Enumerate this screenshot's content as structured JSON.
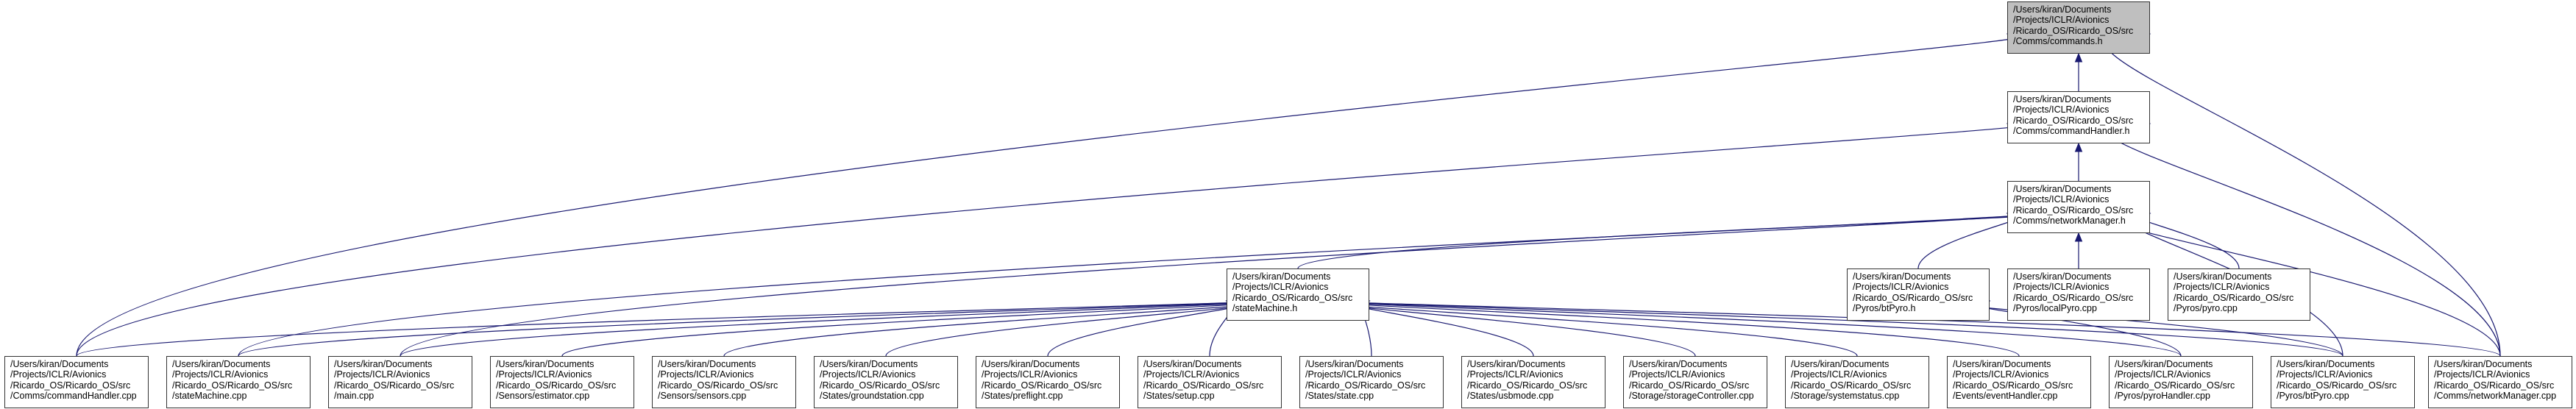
{
  "diagram": {
    "type": "include-dependency-graph",
    "colors": {
      "edge": "#191970",
      "node_border": "#333333",
      "current_fill": "#bfbfbf"
    },
    "nodes": [
      {
        "id": "commands",
        "current": true,
        "label": "/Users/kiran/Documents\n/Projects/ICLR/Avionics\n/Ricardo_OS/Ricardo_OS/src\n/Comms/commands.h"
      },
      {
        "id": "commandHandler_h",
        "label": "/Users/kiran/Documents\n/Projects/ICLR/Avionics\n/Ricardo_OS/Ricardo_OS/src\n/Comms/commandHandler.h"
      },
      {
        "id": "networkManager_h",
        "label": "/Users/kiran/Documents\n/Projects/ICLR/Avionics\n/Ricardo_OS/Ricardo_OS/src\n/Comms/networkManager.h"
      },
      {
        "id": "stateMachine_h",
        "label": "/Users/kiran/Documents\n/Projects/ICLR/Avionics\n/Ricardo_OS/Ricardo_OS/src\n/stateMachine.h"
      },
      {
        "id": "btPyro_h",
        "label": "/Users/kiran/Documents\n/Projects/ICLR/Avionics\n/Ricardo_OS/Ricardo_OS/src\n/Pyros/btPyro.h"
      },
      {
        "id": "localPyro",
        "label": "/Users/kiran/Documents\n/Projects/ICLR/Avionics\n/Ricardo_OS/Ricardo_OS/src\n/Pyros/localPyro.cpp"
      },
      {
        "id": "pyro",
        "label": "/Users/kiran/Documents\n/Projects/ICLR/Avionics\n/Ricardo_OS/Ricardo_OS/src\n/Pyros/pyro.cpp"
      },
      {
        "id": "commandHandler_cpp",
        "label": "/Users/kiran/Documents\n/Projects/ICLR/Avionics\n/Ricardo_OS/Ricardo_OS/src\n/Comms/commandHandler.cpp"
      },
      {
        "id": "stateMachine_cpp",
        "label": "/Users/kiran/Documents\n/Projects/ICLR/Avionics\n/Ricardo_OS/Ricardo_OS/src\n/stateMachine.cpp"
      },
      {
        "id": "main_cpp",
        "label": "/Users/kiran/Documents\n/Projects/ICLR/Avionics\n/Ricardo_OS/Ricardo_OS/src\n/main.cpp"
      },
      {
        "id": "estimator",
        "label": "/Users/kiran/Documents\n/Projects/ICLR/Avionics\n/Ricardo_OS/Ricardo_OS/src\n/Sensors/estimator.cpp"
      },
      {
        "id": "sensors",
        "label": "/Users/kiran/Documents\n/Projects/ICLR/Avionics\n/Ricardo_OS/Ricardo_OS/src\n/Sensors/sensors.cpp"
      },
      {
        "id": "groundstation",
        "label": "/Users/kiran/Documents\n/Projects/ICLR/Avionics\n/Ricardo_OS/Ricardo_OS/src\n/States/groundstation.cpp"
      },
      {
        "id": "preflight",
        "label": "/Users/kiran/Documents\n/Projects/ICLR/Avionics\n/Ricardo_OS/Ricardo_OS/src\n/States/preflight.cpp"
      },
      {
        "id": "setup",
        "label": "/Users/kiran/Documents\n/Projects/ICLR/Avionics\n/Ricardo_OS/Ricardo_OS/src\n/States/setup.cpp"
      },
      {
        "id": "state",
        "label": "/Users/kiran/Documents\n/Projects/ICLR/Avionics\n/Ricardo_OS/Ricardo_OS/src\n/States/state.cpp"
      },
      {
        "id": "usbmode",
        "label": "/Users/kiran/Documents\n/Projects/ICLR/Avionics\n/Ricardo_OS/Ricardo_OS/src\n/States/usbmode.cpp"
      },
      {
        "id": "storageController",
        "label": "/Users/kiran/Documents\n/Projects/ICLR/Avionics\n/Ricardo_OS/Ricardo_OS/src\n/Storage/storageController.cpp"
      },
      {
        "id": "systemstatus",
        "label": "/Users/kiran/Documents\n/Projects/ICLR/Avionics\n/Ricardo_OS/Ricardo_OS/src\n/Storage/systemstatus.cpp"
      },
      {
        "id": "eventHandler",
        "label": "/Users/kiran/Documents\n/Projects/ICLR/Avionics\n/Ricardo_OS/Ricardo_OS/src\n/Events/eventHandler.cpp"
      },
      {
        "id": "pyroHandler",
        "label": "/Users/kiran/Documents\n/Projects/ICLR/Avionics\n/Ricardo_OS/Ricardo_OS/src\n/Pyros/pyroHandler.cpp"
      },
      {
        "id": "btPyro_cpp",
        "label": "/Users/kiran/Documents\n/Projects/ICLR/Avionics\n/Ricardo_OS/Ricardo_OS/src\n/Pyros/btPyro.cpp"
      },
      {
        "id": "networkManager_cpp",
        "label": "/Users/kiran/Documents\n/Projects/ICLR/Avionics\n/Ricardo_OS/Ricardo_OS/src\n/Comms/networkManager.cpp"
      }
    ],
    "edges": [
      {
        "from": "commandHandler_h",
        "to": "commands"
      },
      {
        "from": "commandHandler_cpp",
        "to": "commands"
      },
      {
        "from": "networkManager_cpp",
        "to": "commands"
      },
      {
        "from": "networkManager_h",
        "to": "commandHandler_h"
      },
      {
        "from": "commandHandler_cpp",
        "to": "commandHandler_h"
      },
      {
        "from": "networkManager_cpp",
        "to": "commandHandler_h"
      },
      {
        "from": "stateMachine_h",
        "to": "networkManager_h"
      },
      {
        "from": "btPyro_h",
        "to": "networkManager_h"
      },
      {
        "from": "localPyro",
        "to": "networkManager_h"
      },
      {
        "from": "pyro",
        "to": "networkManager_h"
      },
      {
        "from": "stateMachine_cpp",
        "to": "networkManager_h"
      },
      {
        "from": "main_cpp",
        "to": "networkManager_h"
      },
      {
        "from": "btPyro_cpp",
        "to": "networkManager_h"
      },
      {
        "from": "networkManager_cpp",
        "to": "networkManager_h"
      },
      {
        "from": "commandHandler_cpp",
        "to": "stateMachine_h"
      },
      {
        "from": "stateMachine_cpp",
        "to": "stateMachine_h"
      },
      {
        "from": "main_cpp",
        "to": "stateMachine_h"
      },
      {
        "from": "estimator",
        "to": "stateMachine_h"
      },
      {
        "from": "sensors",
        "to": "stateMachine_h"
      },
      {
        "from": "groundstation",
        "to": "stateMachine_h"
      },
      {
        "from": "preflight",
        "to": "stateMachine_h"
      },
      {
        "from": "setup",
        "to": "stateMachine_h"
      },
      {
        "from": "state",
        "to": "stateMachine_h"
      },
      {
        "from": "usbmode",
        "to": "stateMachine_h"
      },
      {
        "from": "storageController",
        "to": "stateMachine_h"
      },
      {
        "from": "systemstatus",
        "to": "stateMachine_h"
      },
      {
        "from": "eventHandler",
        "to": "stateMachine_h"
      },
      {
        "from": "pyroHandler",
        "to": "stateMachine_h"
      },
      {
        "from": "btPyro_cpp",
        "to": "stateMachine_h"
      },
      {
        "from": "networkManager_cpp",
        "to": "stateMachine_h"
      },
      {
        "from": "pyroHandler",
        "to": "btPyro_h"
      },
      {
        "from": "btPyro_cpp",
        "to": "btPyro_h"
      }
    ]
  }
}
